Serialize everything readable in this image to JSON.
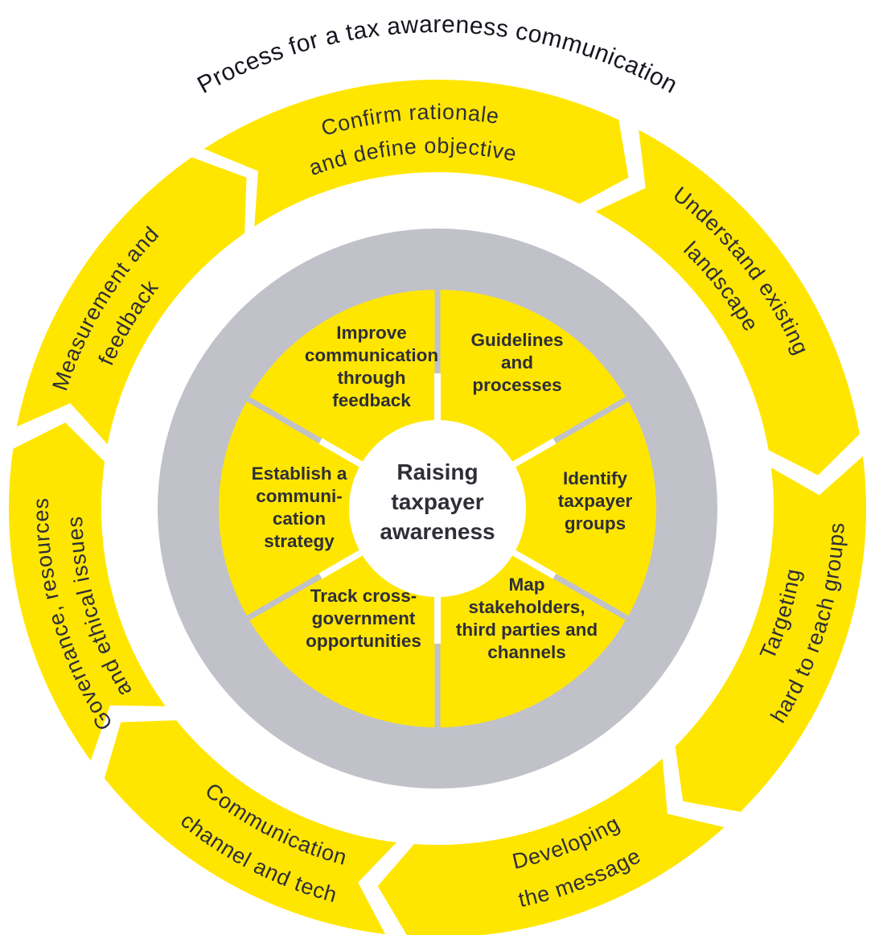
{
  "title": "Process for a tax awareness communication",
  "colors": {
    "yellow": "#FFE600",
    "gray_ring": "#C1C1CA",
    "label_text": "#2E2E38",
    "title_text": "#15151F",
    "background": "#FFFFFF"
  },
  "outer_ring": {
    "segments": [
      {
        "id": "confirm-rationale",
        "line1": "Confirm rationale",
        "line2": "and define objective"
      },
      {
        "id": "understand-landscape",
        "line1": "Understand existing",
        "line2": "landscape"
      },
      {
        "id": "targeting-groups",
        "line1": "Targeting",
        "line2": "hard to reach groups"
      },
      {
        "id": "developing-message",
        "line1": "Developing",
        "line2": "the message"
      },
      {
        "id": "communication-channel",
        "line1": "Communication",
        "line2": "channel and tech"
      },
      {
        "id": "governance-resources",
        "line1": "Governance, resources",
        "line2": "and ethical issues"
      },
      {
        "id": "measurement-feedback",
        "line1": "Measurement and",
        "line2": "feedback"
      }
    ]
  },
  "inner_pie": {
    "segments": [
      {
        "id": "improve-communication",
        "lines": [
          "Improve",
          "communication",
          "through",
          "feedback"
        ]
      },
      {
        "id": "guidelines-processes",
        "lines": [
          "Guidelines",
          "and",
          "processes"
        ]
      },
      {
        "id": "identify-taxpayer-groups",
        "lines": [
          "Identify",
          "taxpayer",
          "groups"
        ]
      },
      {
        "id": "map-stakeholders",
        "lines": [
          "Map",
          "stakeholders,",
          "third parties and",
          "channels"
        ]
      },
      {
        "id": "track-cross-government",
        "lines": [
          "Track cross-",
          "government",
          "opportunities"
        ]
      },
      {
        "id": "establish-strategy",
        "lines": [
          "Establish a",
          "communi-",
          "cation",
          "strategy"
        ]
      }
    ]
  },
  "center": {
    "lines": [
      "Raising",
      "taxpayer",
      "awareness"
    ]
  }
}
